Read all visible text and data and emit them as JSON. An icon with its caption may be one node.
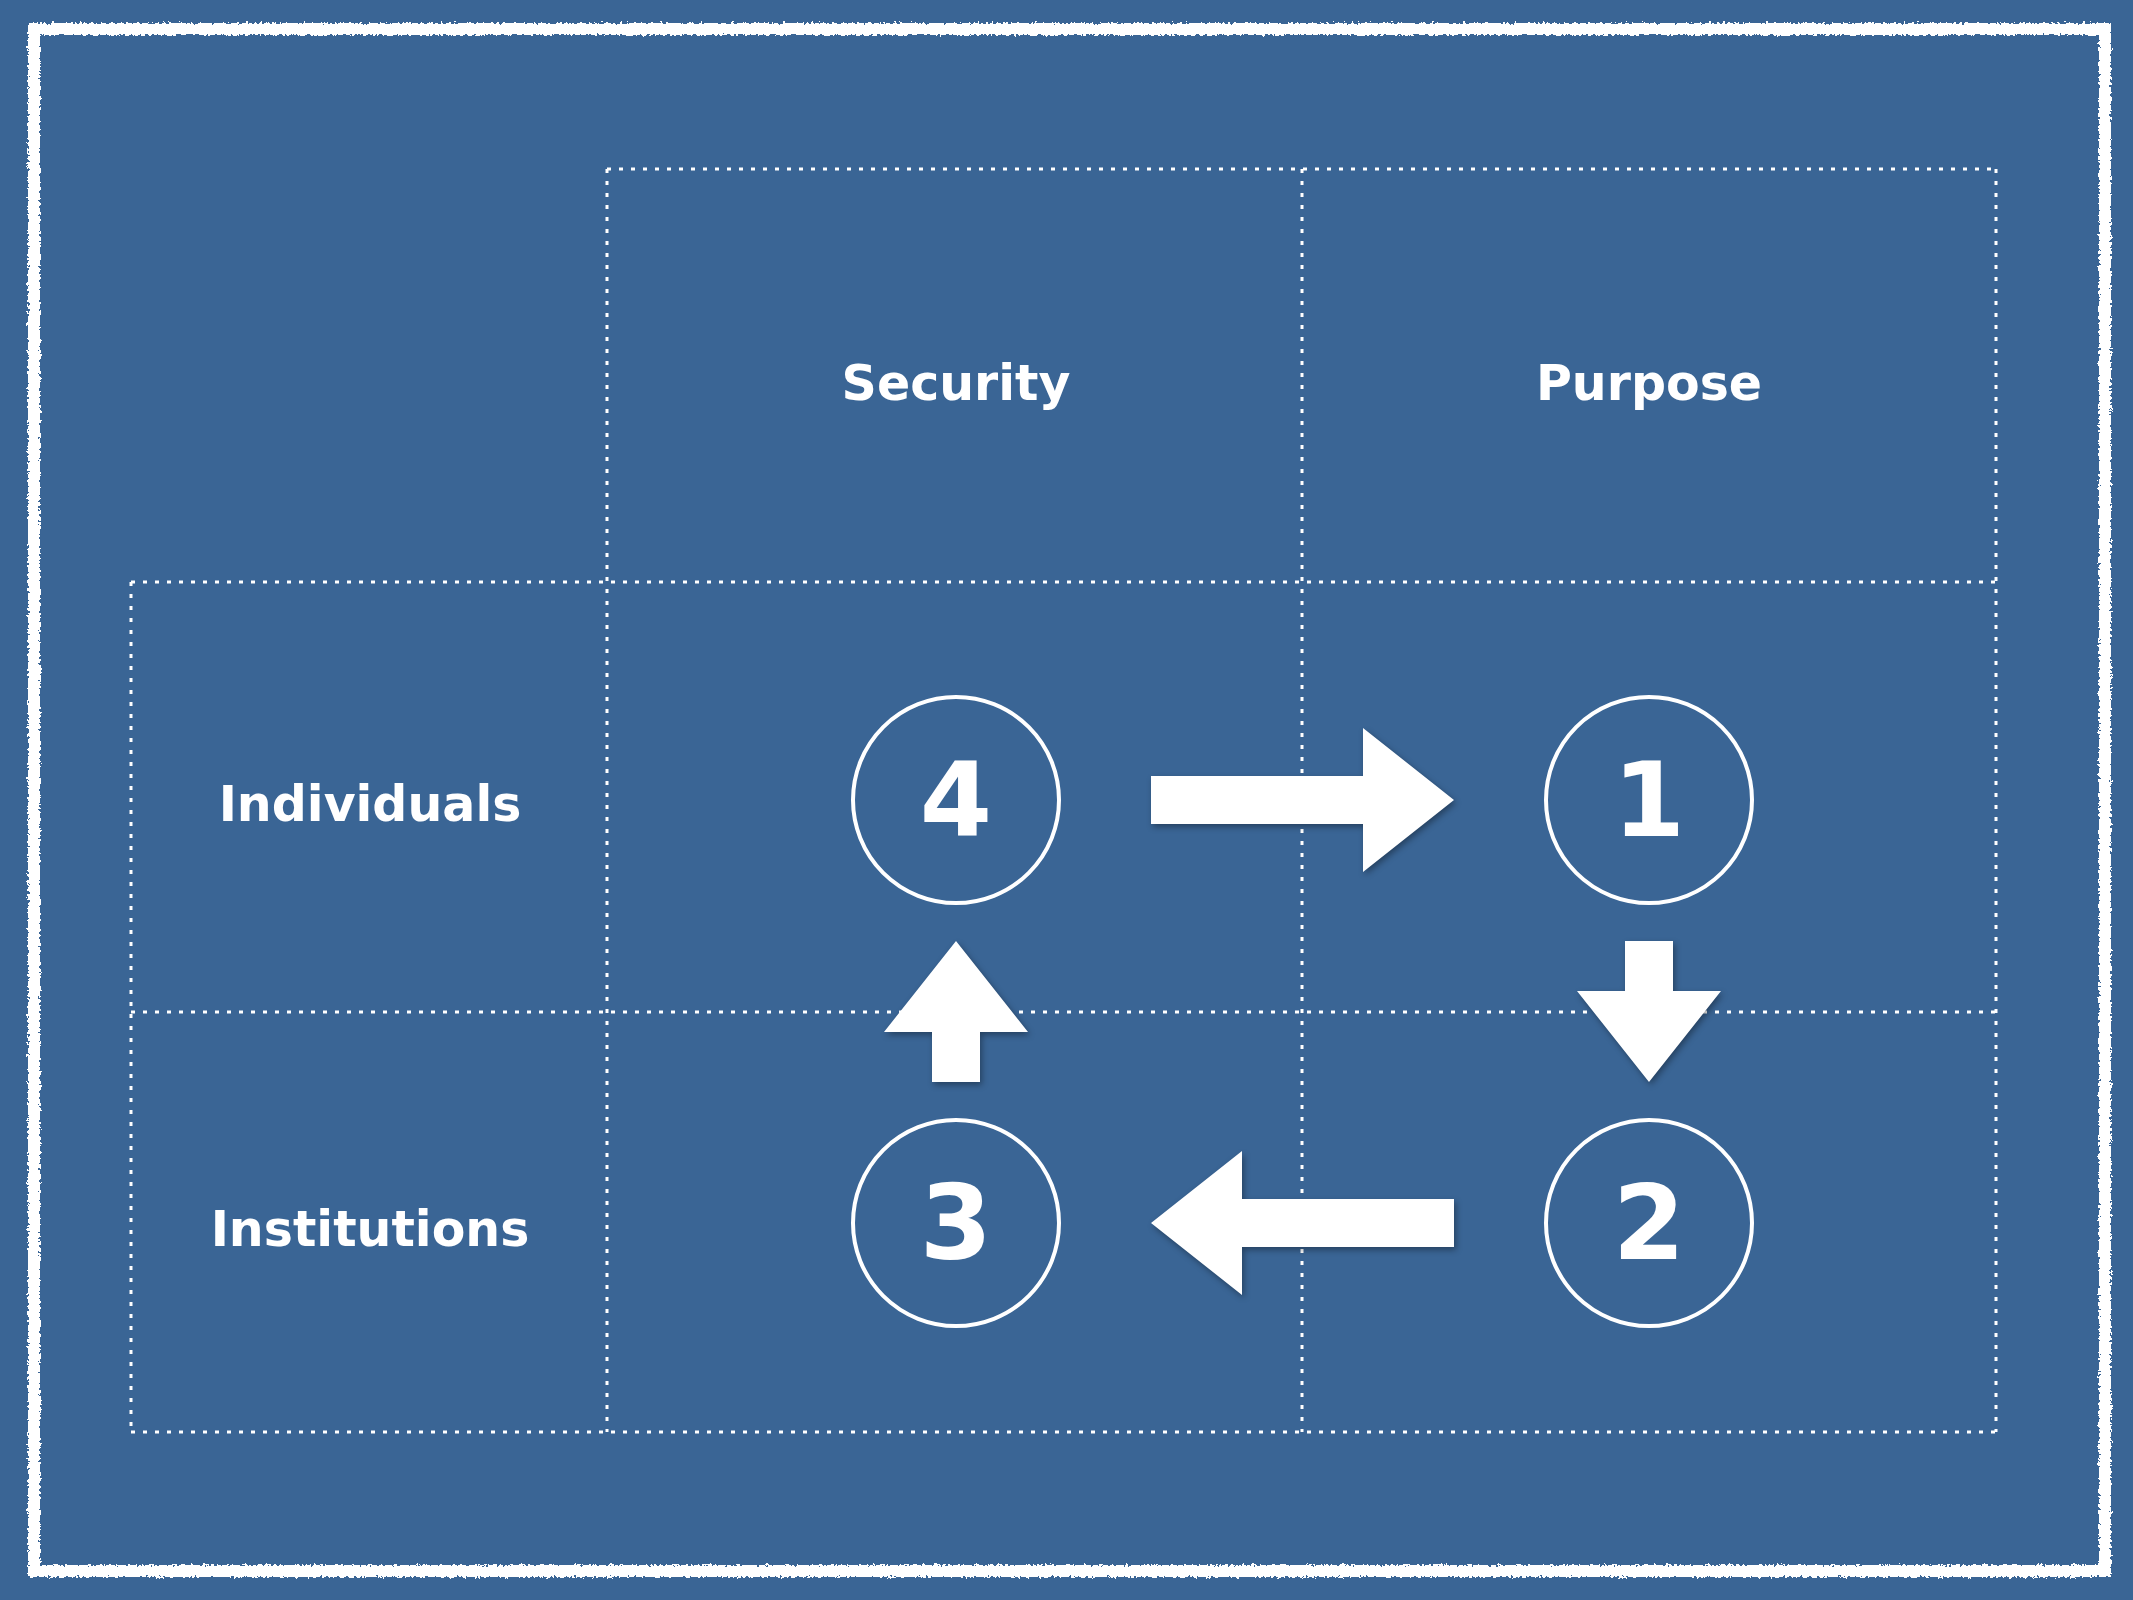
{
  "diagram": {
    "nodes": [
      {
        "text": [
          "4"
        ]
      },
      {
        "text": [
          "1"
        ]
      },
      {
        "text": [
          "3"
        ]
      },
      {
        "text": [
          "2"
        ]
      }
    ],
    "edges": [
      {
        "from": 0,
        "to": 1,
        "arrow": "to"
      },
      {
        "from": 1,
        "to": 3,
        "arrow": "to"
      },
      {
        "from": 3,
        "to": 2,
        "arrow": "to"
      },
      {
        "from": 2,
        "to": 0,
        "arrow": "to"
      }
    ],
    "labels": [
      "Security",
      "Purpose",
      "Individuals",
      "Institutions"
    ]
  }
}
